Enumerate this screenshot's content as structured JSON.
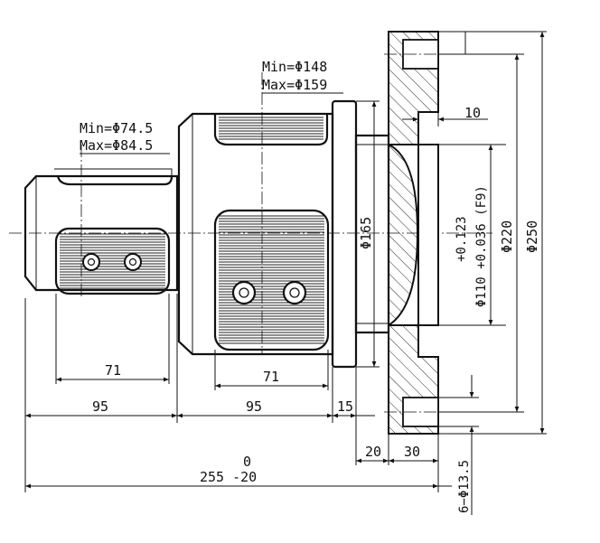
{
  "dimensions": {
    "bore_min": "Min=Φ74.5",
    "bore_max": "Max=Φ84.5",
    "housing_min": "Min=Φ148",
    "housing_max": "Max=Φ159",
    "flange_thickness": "10",
    "spigot_diameter": "Φ165",
    "fit_upper": "+0.123",
    "fit_lower": "Φ110 +0.036 (F9)",
    "diameter_220": "Φ220",
    "diameter_250": "Φ250",
    "small_block_length": "71",
    "large_block_length": "71",
    "front_section": "95",
    "middle_section": "95",
    "flange_gap": "15",
    "spigot_depth": "20",
    "flange_width": "30",
    "total_tolerance_upper": "0",
    "total_length": "255 -20",
    "bolt_holes": "6−Φ13.5"
  }
}
